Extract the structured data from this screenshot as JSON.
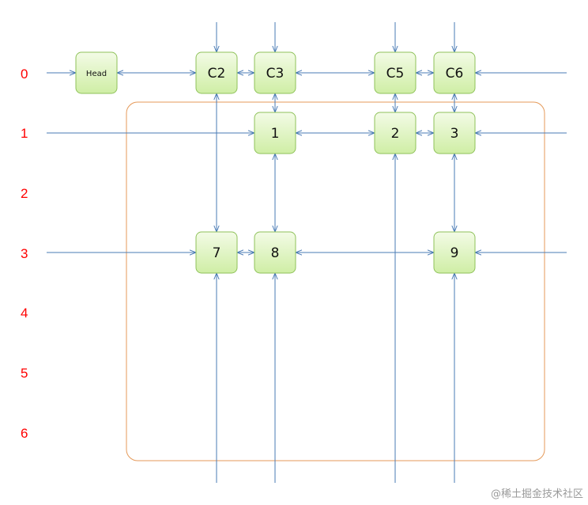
{
  "rows": [
    "0",
    "1",
    "2",
    "3",
    "4",
    "5",
    "6"
  ],
  "head": {
    "label": "Head"
  },
  "column_headers": [
    "C2",
    "C3",
    "C5",
    "C6"
  ],
  "nodes": [
    "1",
    "2",
    "3",
    "7",
    "8",
    "9"
  ],
  "watermark": "@稀土掘金技术社区",
  "colors": {
    "row_label": "#ff0000",
    "link": "#4a7bb5",
    "node_fill_top": "#f3fbe6",
    "node_fill_bottom": "#cfeea5",
    "node_border": "#8fc25a",
    "group_border": "#e59a5a"
  }
}
